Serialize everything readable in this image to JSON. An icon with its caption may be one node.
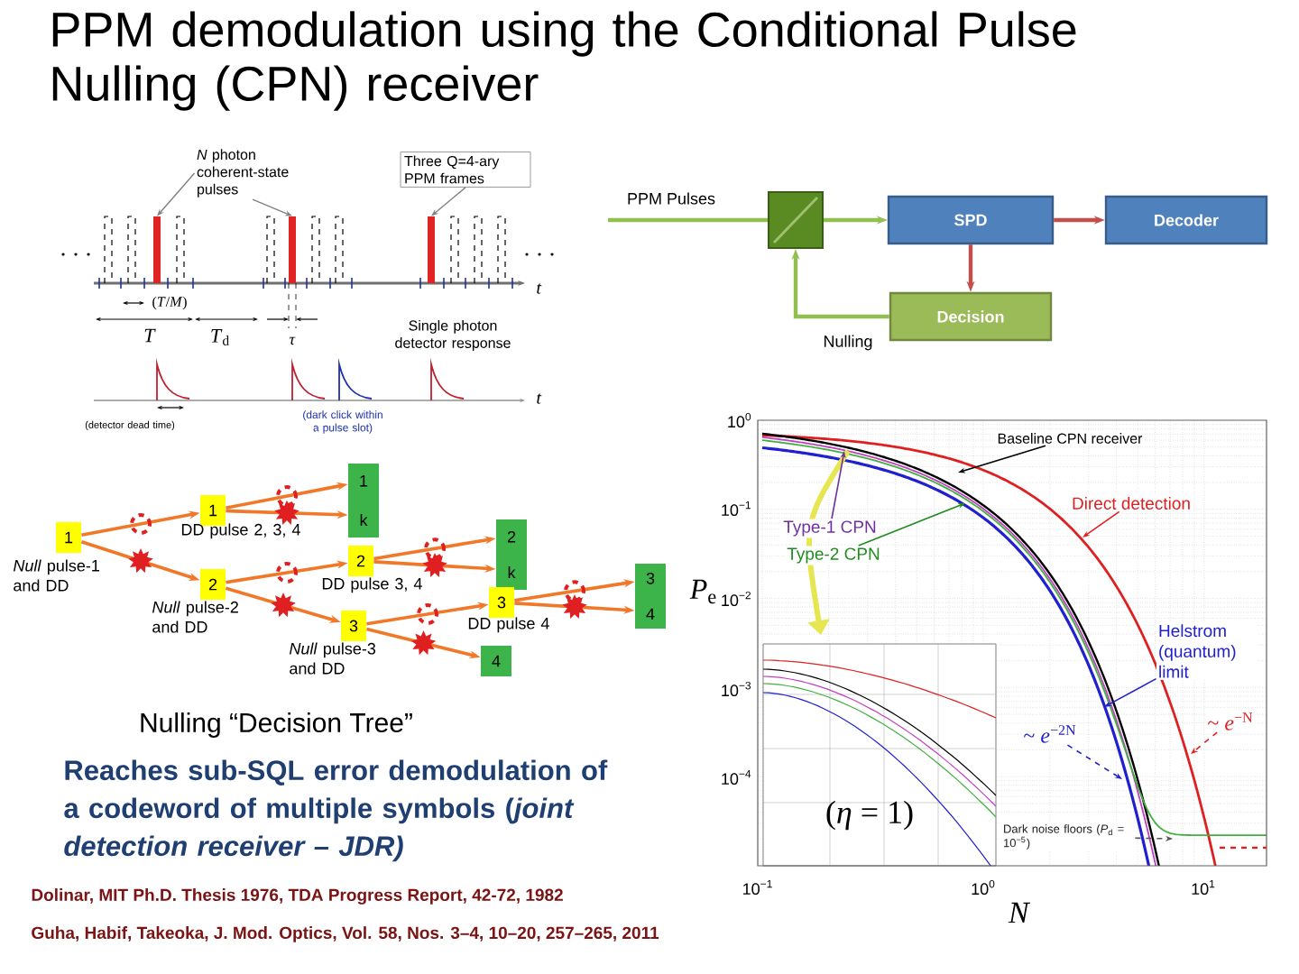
{
  "diagram": {
    "title": "PPM demodulation using the Conditional Pulse Nulling (CPN) receiver",
    "nodes": [
      {
        "text": [
          "*N* photon coherent-state pulses"
        ]
      },
      {
        "text": [
          "Three Q=4-ary PPM frames"
        ]
      },
      {
        "text": [],
        "shape": "bar"
      },
      {
        "text": [],
        "shape": "bar"
      },
      {
        "text": [],
        "shape": "bar"
      },
      {
        "text": [],
        "shape": "box"
      },
      {
        "text": [
          "SPD"
        ]
      },
      {
        "text": [
          "Decoder"
        ]
      },
      {
        "text": [
          "Decision"
        ]
      },
      {
        "text": [
          "1"
        ],
        "beside": [
          "*Null* pulse-1 and DD"
        ]
      },
      {
        "text": [
          "1"
        ],
        "beside": [
          "DD pulse 2, 3, 4"
        ]
      },
      {
        "text": [
          "2"
        ],
        "beside": [
          "*Null* pulse-2 and DD"
        ]
      },
      {
        "text": [
          "1",
          "k"
        ]
      },
      {
        "text": [
          "2"
        ],
        "beside": [
          "DD pulse 3, 4"
        ]
      },
      {
        "text": [
          "3"
        ],
        "beside": [
          "*Null* pulse-3 and DD"
        ]
      },
      {
        "text": [
          "2",
          "k"
        ]
      },
      {
        "text": [
          "3"
        ],
        "beside": [
          "DD pulse 4"
        ]
      },
      {
        "text": [
          "4"
        ]
      },
      {
        "text": [
          "3",
          "4"
        ]
      },
      {
        "text": [
          "Baseline CPN receiver"
        ]
      },
      {
        "text": [
          "Direct detection"
        ]
      },
      {
        "text": [
          "Type-1 CPN"
        ]
      },
      {
        "text": [
          "Type-2 CPN"
        ]
      },
      {
        "text": [
          "Helstrom (quantum) limit"
        ]
      },
      {
        "text": [
          "~ *e*$^{−2N}$"
        ]
      },
      {
        "text": [
          "~ *e*$^{−N}$"
        ]
      },
      {
        "text": [
          "Dark noise floors (*P*$_{d}$ = 10$^{−5}$)"
        ]
      }
    ],
    "edges": [
      {
        "from": 0,
        "to": 2,
        "arrow": "to",
        "color": "#808080"
      },
      {
        "from": 0,
        "to": 3,
        "arrow": "to",
        "color": "#808080"
      },
      {
        "from": 1,
        "to": 4,
        "arrow": "to",
        "color": "#808080"
      },
      {
        "from": null,
        "to": 5,
        "arrow": "none",
        "label": "PPM Pulses",
        "color": "#92c050"
      },
      {
        "from": 5,
        "to": 6,
        "arrow": "to",
        "color": "#92c050"
      },
      {
        "from": 6,
        "to": 7,
        "arrow": "to",
        "color": "#c0504d"
      },
      {
        "from": 6,
        "to": 8,
        "arrow": "to",
        "color": "#c0504d"
      },
      {
        "from": 8,
        "to": 5,
        "arrow": "to",
        "label": "Nulling",
        "color": "#92c050"
      },
      {
        "from": 9,
        "to": 10,
        "arrow": "to"
      },
      {
        "from": 9,
        "to": 11,
        "arrow": "to"
      },
      {
        "from": 10,
        "to": 12,
        "arrow": "to"
      },
      {
        "from": 10,
        "to": 12,
        "arrow": "to"
      },
      {
        "from": 11,
        "to": 13,
        "arrow": "to"
      },
      {
        "from": 11,
        "to": 14,
        "arrow": "to"
      },
      {
        "from": 13,
        "to": 15,
        "arrow": "to"
      },
      {
        "from": 13,
        "to": 15,
        "arrow": "to"
      },
      {
        "from": 14,
        "to": 16,
        "arrow": "to"
      },
      {
        "from": 14,
        "to": 17,
        "arrow": "to"
      },
      {
        "from": 16,
        "to": 18,
        "arrow": "to"
      },
      {
        "from": 16,
        "to": 18,
        "arrow": "to"
      },
      {
        "from": 19,
        "to": null,
        "arrow": "to",
        "color": "#000000"
      },
      {
        "from": 20,
        "to": null,
        "arrow": "to",
        "color": "#e02020"
      },
      {
        "from": 21,
        "to": null,
        "arrow": "to",
        "color": "#7030a0"
      },
      {
        "from": 22,
        "to": null,
        "arrow": "to",
        "color": "#1e8c1e"
      },
      {
        "from": 23,
        "to": null,
        "arrow": "to",
        "color": "#2020d0"
      },
      {
        "from": 24,
        "to": null,
        "arrow": "to",
        "style": "dashed",
        "color": "#2020d0"
      },
      {
        "from": 25,
        "to": null,
        "arrow": "to",
        "style": "dashed",
        "color": "#e02020"
      },
      {
        "from": 26,
        "to": null,
        "arrow": "to",
        "style": "dashed",
        "color": "#555555"
      }
    ],
    "labels": [
      "(*T*/*M*)",
      "*T*",
      "*T*$_{d}$",
      "*τ*",
      "*t*",
      "Single photon detector response",
      "*t*",
      "(detector dead time)",
      "(dark click within a pulse slot)",
      "Nulling “Decision Tree”",
      "Reaches sub-SQL error demodulation of a codeword of multiple symbols (*joint detection receiver – JDR)*",
      "Dolinar, MIT Ph.D. Thesis 1976, TDA Progress Report, 42-72, 1982",
      "Guha, Habif, Takeoka, J. Mod. Optics, Vol. 58, Nos. 3–4, 10–20, 257–265, 2011",
      "10$^{0}$",
      "10$^{−1}$",
      "*P*$_{e}$",
      "10$^{−2}$",
      "10$^{−3}$",
      "10$^{−4}$",
      "(*η* = 1)",
      "10$^{−1}$",
      "10$^{0}$",
      "10$^{1}$",
      "*N*"
    ]
  }
}
